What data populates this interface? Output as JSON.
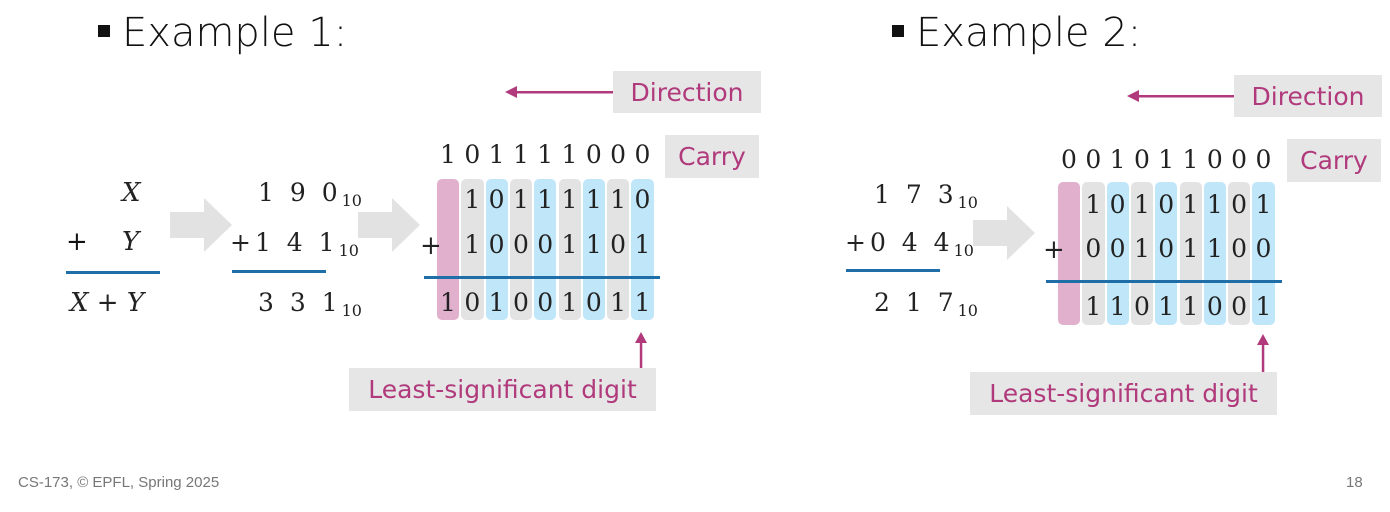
{
  "example1": {
    "heading": "Example 1:",
    "var_x": "X",
    "plus_sign": "+",
    "var_y": "Y",
    "var_sum": "X + Y",
    "dec_x": "1 9 0",
    "dec_x_base": "10",
    "dec_y": "+1 4 1",
    "dec_y_base": "10",
    "dec_sum": "3 3 1",
    "dec_sum_base": "10",
    "direction_label": "Direction",
    "carry_label": "Carry",
    "lsd_label": "Least-significant digit",
    "carry_digits": [
      "1",
      "0",
      "1",
      "1",
      "1",
      "1",
      "0",
      "0",
      "0"
    ],
    "x_digits": [
      "",
      "1",
      "0",
      "1",
      "1",
      "1",
      "1",
      "1",
      "0"
    ],
    "y_digits": [
      "",
      "1",
      "0",
      "0",
      "0",
      "1",
      "1",
      "0",
      "1"
    ],
    "sum_digits": [
      "1",
      "0",
      "1",
      "0",
      "0",
      "1",
      "0",
      "1",
      "1"
    ],
    "column_colors": [
      "pink",
      "gray",
      "blue",
      "gray",
      "blue",
      "gray",
      "blue",
      "gray",
      "blue"
    ]
  },
  "example2": {
    "heading": "Example 2:",
    "dec_x": "1 7 3",
    "dec_x_base": "10",
    "dec_y": "+0 4 4",
    "dec_y_base": "10",
    "dec_sum": "2 1 7",
    "dec_sum_base": "10",
    "direction_label": "Direction",
    "carry_label": "Carry",
    "lsd_label": "Least-significant digit",
    "carry_digits": [
      "0",
      "0",
      "1",
      "0",
      "1",
      "1",
      "0",
      "0",
      "0"
    ],
    "x_digits": [
      "",
      "1",
      "0",
      "1",
      "0",
      "1",
      "1",
      "0",
      "1"
    ],
    "y_digits": [
      "",
      "0",
      "0",
      "1",
      "0",
      "1",
      "1",
      "0",
      "0"
    ],
    "sum_digits": [
      "",
      "1",
      "1",
      "0",
      "1",
      "1",
      "0",
      "0",
      "1"
    ],
    "column_colors": [
      "pink",
      "gray",
      "blue",
      "gray",
      "blue",
      "gray",
      "blue",
      "gray",
      "blue"
    ]
  },
  "footer": {
    "course": "CS-173, © EPFL, Spring 2025",
    "page_number": "18"
  },
  "colors": {
    "accent_magenta": "#b03a7c",
    "rule_blue": "#1f6ea8",
    "col_pink": "#e1b0cd",
    "col_blue": "#bfe7f9",
    "col_gray": "#e3e3e3"
  }
}
